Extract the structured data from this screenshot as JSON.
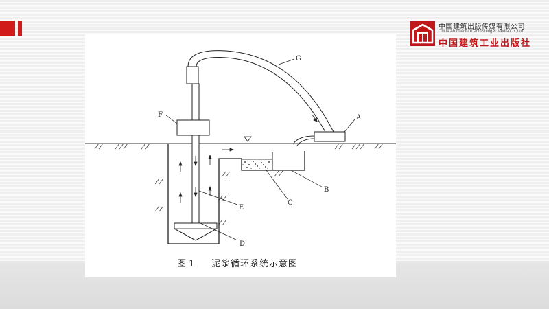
{
  "publisher": {
    "name_cn": "中国建筑出版传媒有限公司",
    "name_en": "China Architecture Publishing & Media Co.,Ltd",
    "name_cn_stylized": "中国建筑工业出版社"
  },
  "figure": {
    "caption_number": "图 1",
    "caption_text": "泥浆循环系统示意图",
    "labels": {
      "A": "A",
      "B": "B",
      "C": "C",
      "D": "D",
      "E": "E",
      "F": "F",
      "G": "G"
    }
  }
}
